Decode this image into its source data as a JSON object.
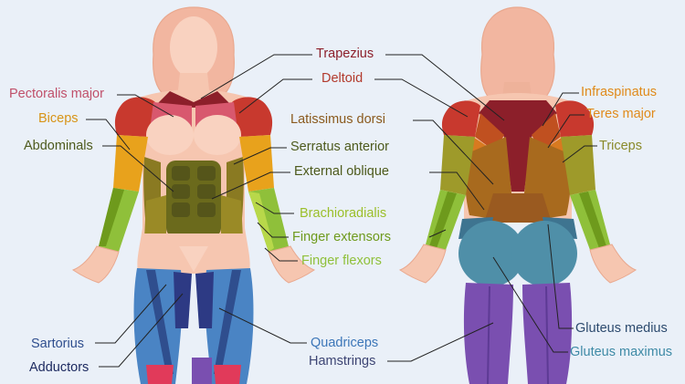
{
  "labels": {
    "trapezius": {
      "text": "Trapezius",
      "color": "#8c1f2a"
    },
    "deltoid": {
      "text": "Deltoid",
      "color": "#b23a2d"
    },
    "pectoralis_major": {
      "text": "Pectoralis major",
      "color": "#c0506a"
    },
    "biceps": {
      "text": "Biceps",
      "color": "#d89418"
    },
    "abdominals": {
      "text": "Abdominals",
      "color": "#4d5a1c"
    },
    "serratus_anterior": {
      "text": "Serratus anterior",
      "color": "#4d5a1c"
    },
    "latissimus_dorsi": {
      "text": "Latissimus dorsi",
      "color": "#8a5a1e"
    },
    "external_oblique": {
      "text": "External oblique",
      "color": "#4d5a1c"
    },
    "brachioradialis": {
      "text": "Brachioradialis",
      "color": "#9bbf2a"
    },
    "finger_extensors": {
      "text": "Finger extensors",
      "color": "#6e9a1c"
    },
    "finger_flexors": {
      "text": "Finger flexors",
      "color": "#8fc03a"
    },
    "infraspinatus": {
      "text": "Infraspinatus",
      "color": "#e08a1a"
    },
    "teres_major": {
      "text": "Teres major",
      "color": "#e08a1a"
    },
    "triceps": {
      "text": "Triceps",
      "color": "#8a8a2a"
    },
    "sartorius": {
      "text": "Sartorius",
      "color": "#2f4e8e"
    },
    "adductors": {
      "text": "Adductors",
      "color": "#1d2a60"
    },
    "quadriceps": {
      "text": "Quadriceps",
      "color": "#3c76b8"
    },
    "hamstrings": {
      "text": "Hamstrings",
      "color": "#3d4574"
    },
    "gluteus_medius": {
      "text": "Gluteus medius",
      "color": "#2c4a6e"
    },
    "gluteus_maximus": {
      "text": "Gluteus maximus",
      "color": "#3e8aa6"
    }
  },
  "colors": {
    "background": "#eaf0f8",
    "skin": "#f6c6b0",
    "skin_outline": "#e9a88e",
    "trapezius": "#8c1f2a",
    "deltoid": "#c8392e",
    "pectoralis": "#d8586e",
    "biceps": "#e8a21c",
    "triceps": "#9e9a2a",
    "abdominals": "#6b6a1c",
    "oblique": "#8a7a22",
    "forearm_green": "#8fc03a",
    "forearm_light": "#b8d84a",
    "quadriceps": "#4a84c4",
    "sartorius": "#2f4e8e",
    "adductors": "#2d3a84",
    "hamstrings": "#7a4fb0",
    "gluteus_maximus": "#4f8fa8",
    "gluteus_medius": "#3e7490",
    "latissimus": "#a86a1e",
    "infraspinatus": "#c05020",
    "teres": "#d87a20"
  }
}
